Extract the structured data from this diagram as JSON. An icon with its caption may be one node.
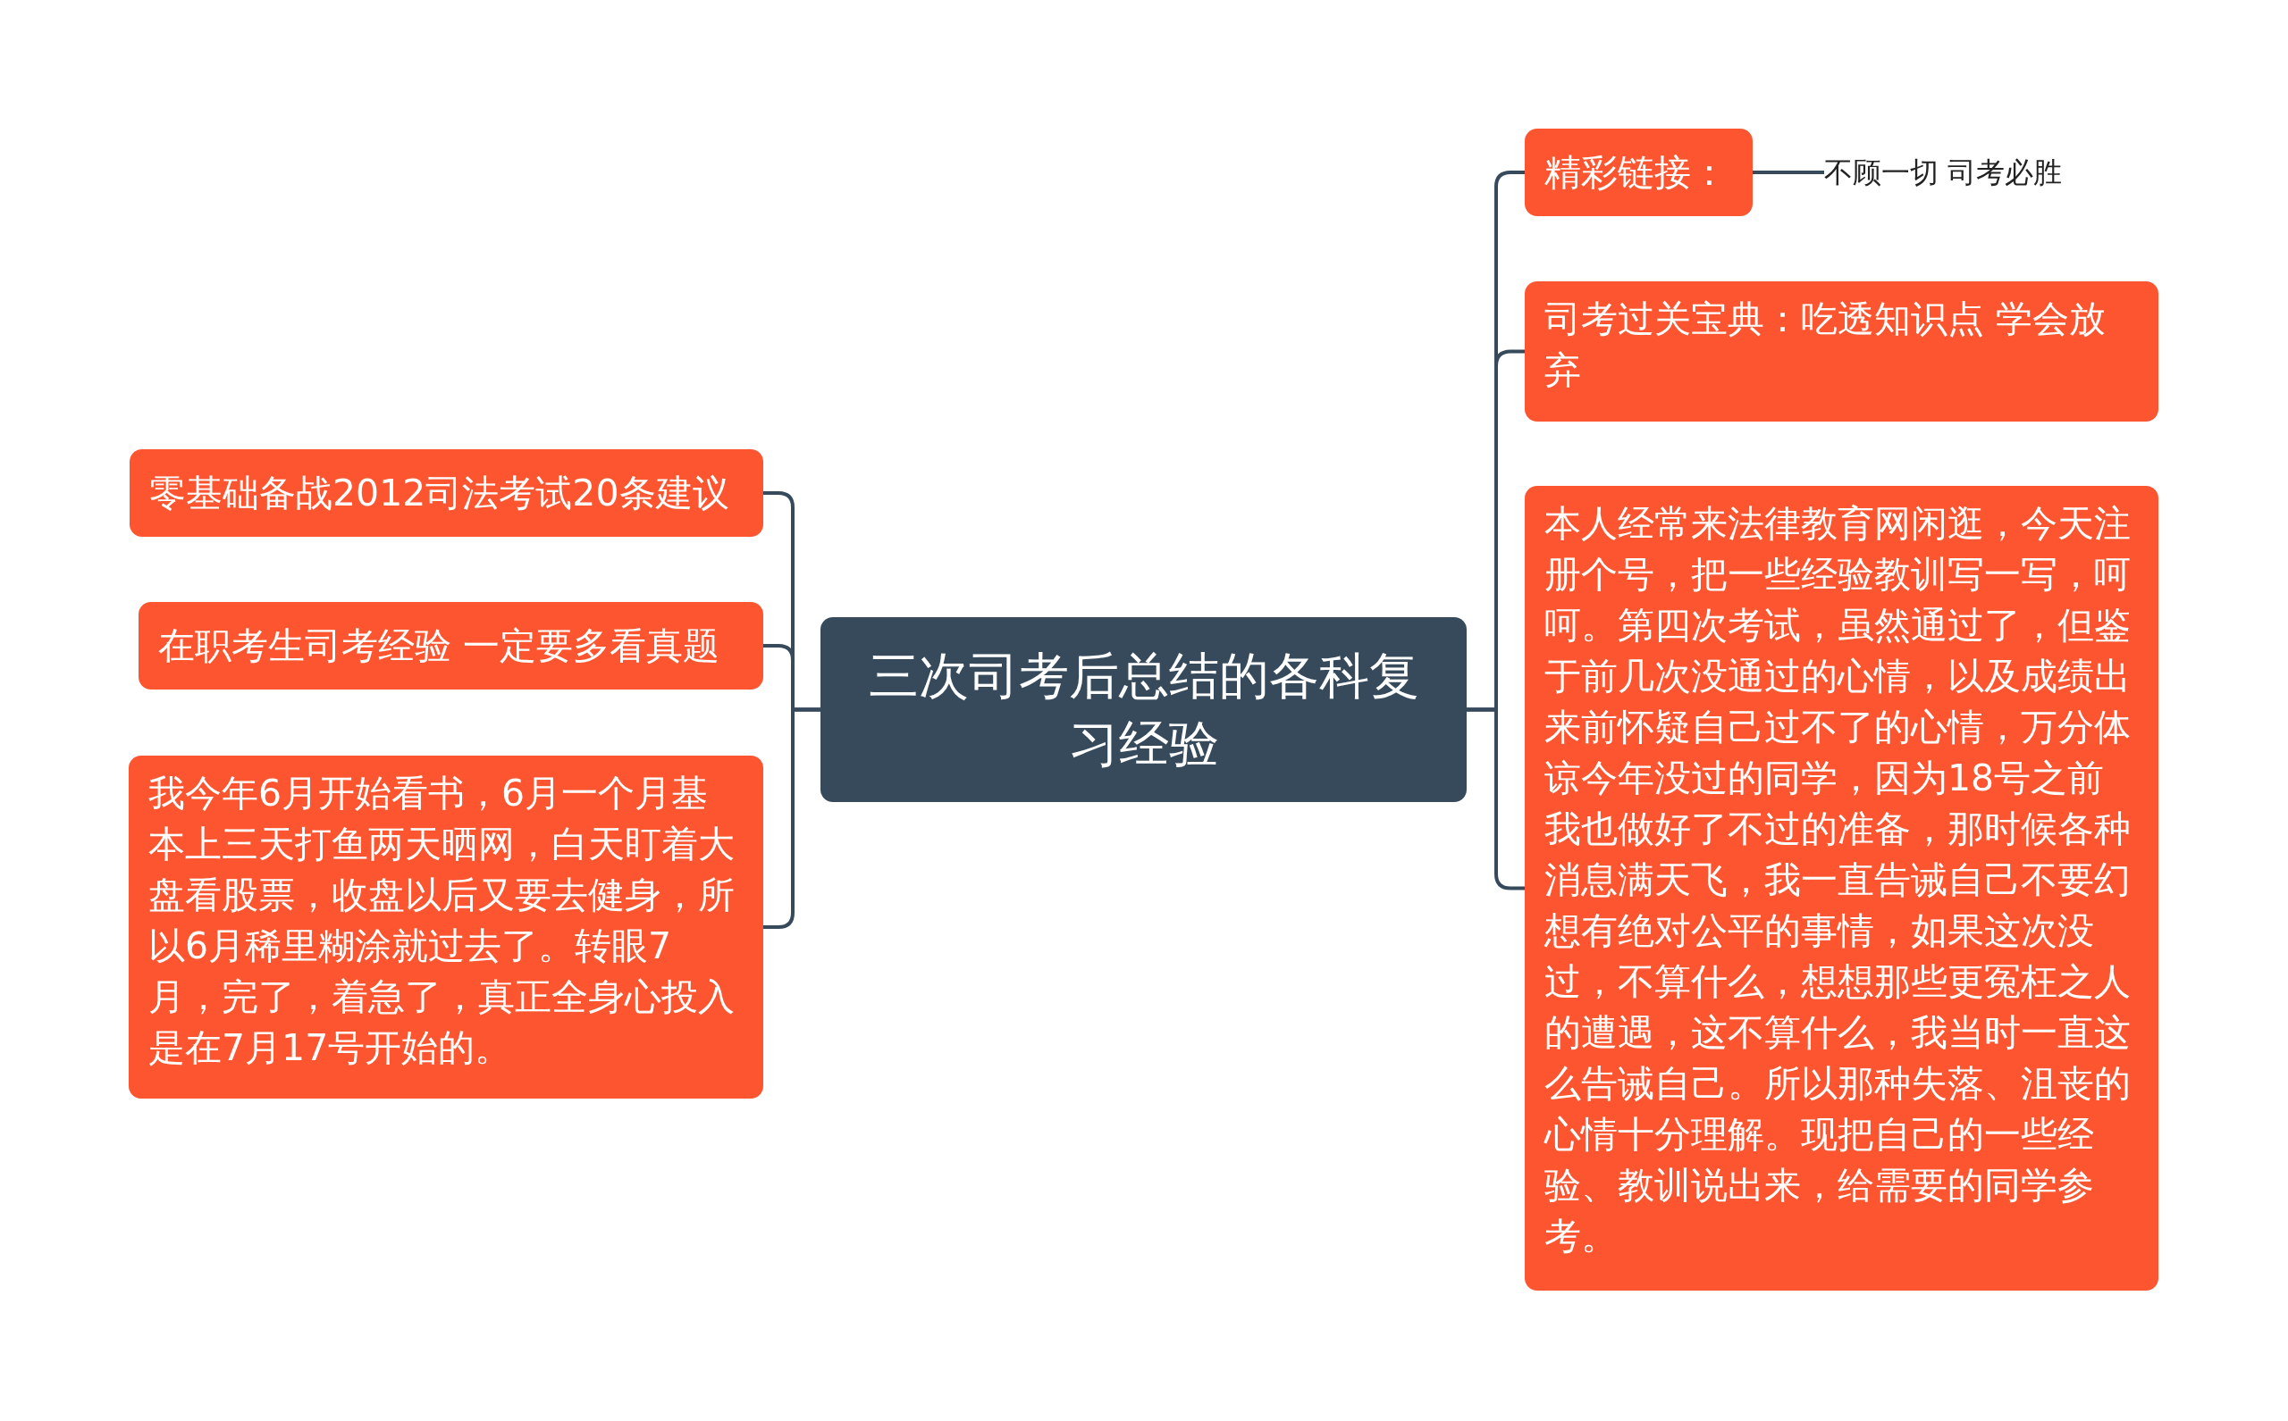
{
  "diagram": {
    "nodes": [
      {
        "text": [
          "三次司考后总结的各科复习经验"
        ]
      },
      {
        "text": [
          "零基础备战2012司法考试20条建议"
        ]
      },
      {
        "text": [
          "在职考生司考经验 一定要多看真题"
        ]
      },
      {
        "text": [
          "我今年6月开始看书，6月一个月基本上三天打鱼两天晒网，白天盯着大盘看股票，收盘以后又要去健身，所以6月稀里糊涂就过去了。转眼7月，完了，着急了，真正全身心投入是在7月17号开始的。"
        ]
      },
      {
        "text": [
          "精彩链接："
        ]
      },
      {
        "text": [
          "不顾一切 司考必胜"
        ]
      },
      {
        "text": [
          "司考过关宝典：吃透知识点 学会放弃"
        ]
      },
      {
        "text": [
          "本人经常来法律教育网闲逛，今天注册个号，把一些经验教训写一写，呵呵。第四次考试，虽然通过了，但鉴于前几次没通过的心情，以及成绩出来前怀疑自己过不了的心情，万分体谅今年没过的同学，因为18号之前我也做好了不过的准备，那时候各种消息满天飞，我一直告诫自己不要幻想有绝对公平的事情，如果这次没过，不算什么，想想那些更冤枉之人的遭遇，这不算什么，我当时一直这么告诫自己。所以那种失落、沮丧的心情十分理解。现把自己的一些经验、教训说出来，给需要的同学参考。"
        ]
      }
    ],
    "edges": [
      {
        "from": 0,
        "to": 1,
        "arrow": "none"
      },
      {
        "from": 0,
        "to": 2,
        "arrow": "none"
      },
      {
        "from": 0,
        "to": 3,
        "arrow": "none"
      },
      {
        "from": 0,
        "to": 4,
        "arrow": "none"
      },
      {
        "from": 0,
        "to": 6,
        "arrow": "none"
      },
      {
        "from": 0,
        "to": 7,
        "arrow": "none"
      },
      {
        "from": 4,
        "to": 5,
        "arrow": "none"
      }
    ]
  }
}
